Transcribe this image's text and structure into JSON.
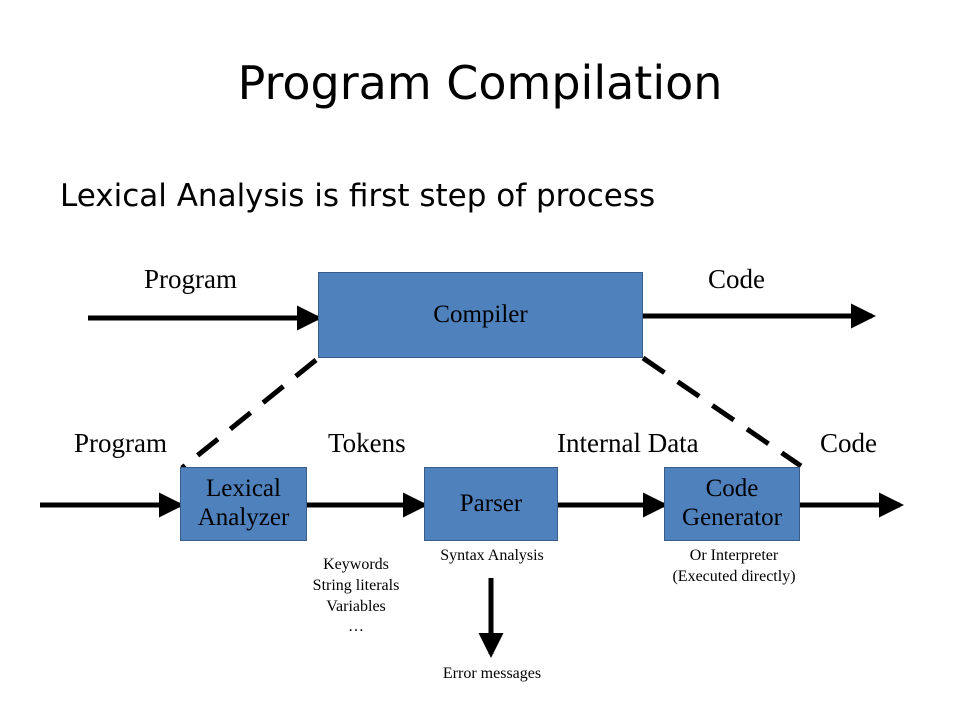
{
  "title": "Program Compilation",
  "subtitle": "Lexical Analysis is first step of process",
  "top": {
    "input_label": "Program",
    "output_label": "Code",
    "box_label": "Compiler"
  },
  "pipeline": {
    "labels": {
      "program": "Program",
      "tokens": "Tokens",
      "internal_data": "Internal Data",
      "code": "Code"
    },
    "boxes": {
      "lexical_line1": "Lexical",
      "lexical_line2": "Analyzer",
      "parser": "Parser",
      "codegen_line1": "Code",
      "codegen_line2": "Generator"
    }
  },
  "notes": {
    "lexical_items": [
      "Keywords",
      "String literals",
      "Variables",
      "…"
    ],
    "parser": "Syntax Analysis",
    "codegen_line1": "Or Interpreter",
    "codegen_line2": "(Executed directly)",
    "errors": "Error messages"
  },
  "colors": {
    "box_fill": "#4f81bd",
    "box_border": "#385d8a"
  }
}
